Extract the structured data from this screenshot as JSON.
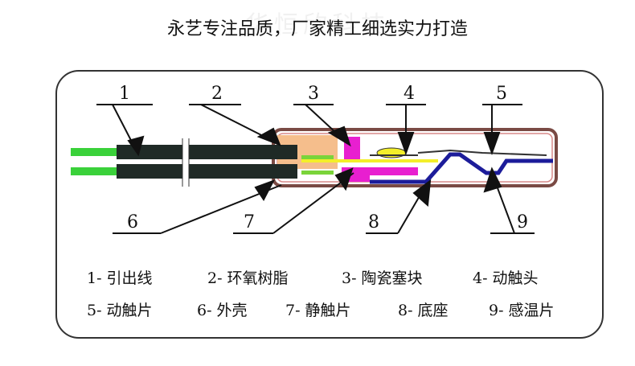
{
  "header": {
    "title": "永艺专注品质，厂家精工细选实力打造",
    "watermark": "华恒欣科技"
  },
  "diagram": {
    "callouts": [
      "1",
      "2",
      "3",
      "4",
      "5",
      "6",
      "7",
      "8",
      "9"
    ],
    "legend": [
      "1- 引出线",
      "2- 环氧树脂",
      "3- 陶瓷塞块",
      "4- 动触头",
      "5- 动触片",
      "6- 外壳",
      "7- 静触片",
      "8- 底座",
      "9- 感温片"
    ],
    "colors": {
      "wire": "#3ad13a",
      "cable": "#1f2a26",
      "epoxy": "#f5be8c",
      "ceramic": "#e81fd0",
      "contact": "#f3ef2a",
      "base": "#1c1c9a",
      "shell": "#7a4a44"
    }
  }
}
